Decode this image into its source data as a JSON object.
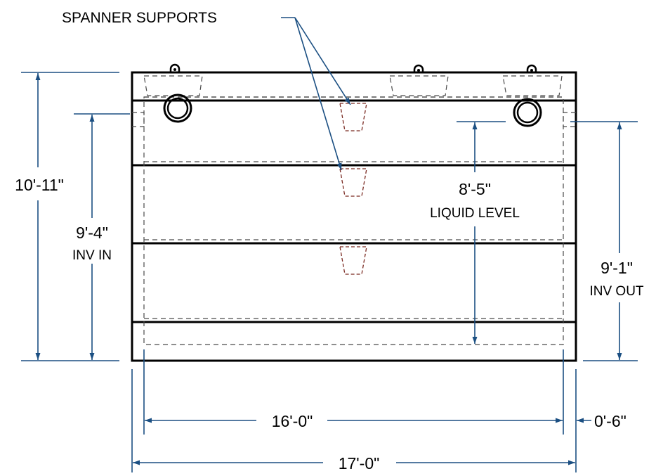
{
  "callout": {
    "label": "SPANNER SUPPORTS"
  },
  "dimensions": {
    "overall_height": "10'-11\"",
    "inv_in_value": "9'-4\"",
    "inv_in_label": "INV IN",
    "liquid_level_value": "8'-5\"",
    "liquid_level_label": "LIQUID LEVEL",
    "inv_out_value": "9'-1\"",
    "inv_out_label": "INV OUT",
    "inner_length": "16'-0\"",
    "wall_thickness": "0'-6\"",
    "overall_length": "17'-0\""
  },
  "colors": {
    "dimension": "#1b4f82",
    "spanner_support": "#7a2a22",
    "tank_outline": "#000000"
  }
}
